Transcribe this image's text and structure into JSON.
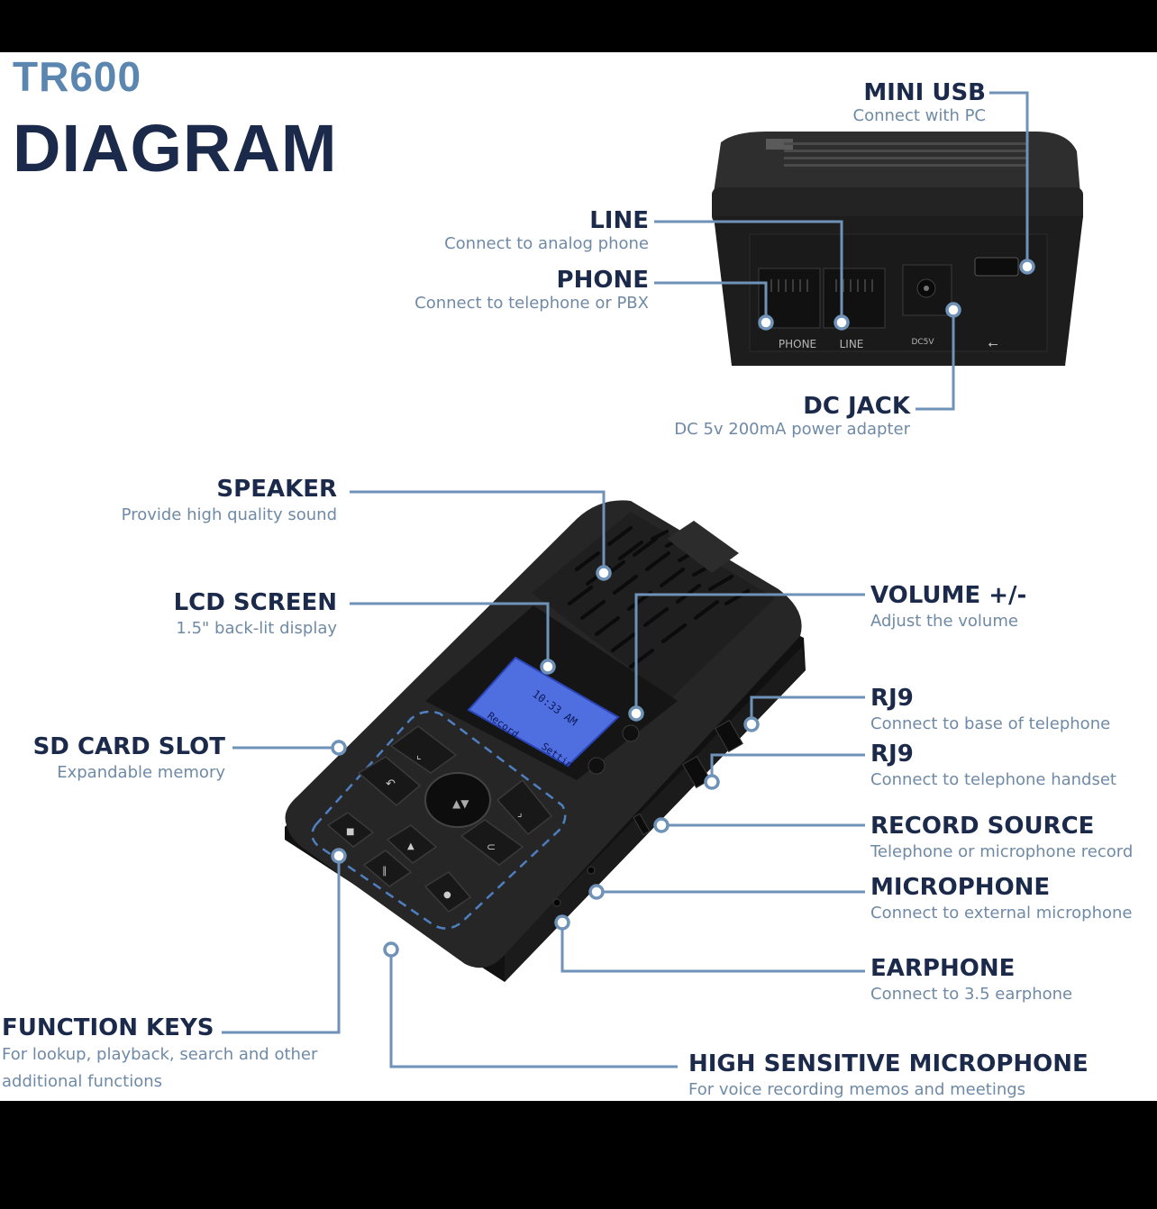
{
  "header": {
    "brand": "TR600",
    "title": "DIAGRAM"
  },
  "colors": {
    "heading": "#1b2a4a",
    "subtext": "#6f8aa6",
    "leader": "#6f92b8",
    "device": "#242424"
  },
  "labels": {
    "mini_usb": {
      "title": "MINI USB",
      "desc": "Connect with PC"
    },
    "line": {
      "title": "LINE",
      "desc": "Connect to analog phone"
    },
    "phone": {
      "title": "PHONE",
      "desc": "Connect to telephone or PBX"
    },
    "dc_jack": {
      "title": "DC JACK",
      "desc": "DC 5v 200mA power adapter"
    },
    "speaker": {
      "title": "SPEAKER",
      "desc": "Provide high quality sound"
    },
    "lcd_screen": {
      "title": "LCD SCREEN",
      "desc": "1.5\" back-lit display"
    },
    "sd_card_slot": {
      "title": "SD CARD SLOT",
      "desc": "Expandable memory"
    },
    "function_keys": {
      "title": "FUNCTION KEYS",
      "desc": "For lookup, playback, search and other",
      "desc2": "additional functions"
    },
    "volume": {
      "title": "VOLUME +/-",
      "desc": "Adjust the volume"
    },
    "rj9_base": {
      "title": "RJ9",
      "desc": "Connect to base of telephone"
    },
    "rj9_handset": {
      "title": "RJ9",
      "desc": "Connect to telephone handset"
    },
    "record_source": {
      "title": "RECORD SOURCE",
      "desc": "Telephone or microphone record"
    },
    "microphone": {
      "title": "MICROPHONE",
      "desc": "Connect to external microphone"
    },
    "earphone": {
      "title": "EARPHONE",
      "desc": "Connect to 3.5 earphone"
    },
    "high_mic": {
      "title": "HIGH SENSITIVE MICROPHONE",
      "desc": "For voice recording memos and meetings"
    }
  },
  "device_markings": {
    "port_phone": "PHONE",
    "port_line": "LINE",
    "port_dc": "DC5V",
    "lcd_time": "10:33 AM",
    "lcd_left": "Record",
    "lcd_right": "Settin"
  }
}
